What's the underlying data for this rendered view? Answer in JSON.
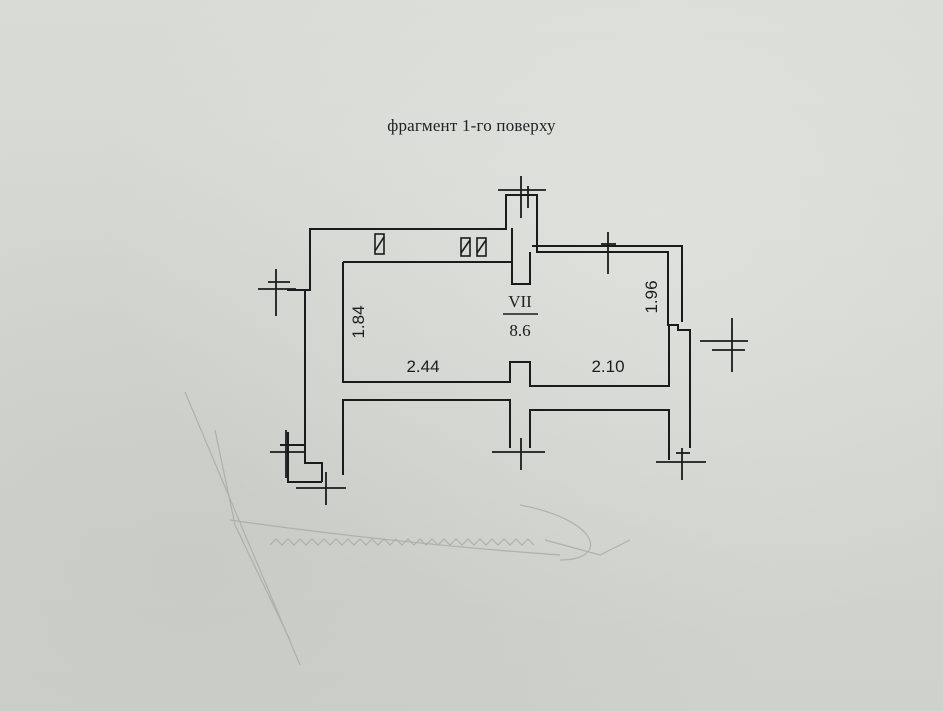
{
  "title": "фрагмент 1-го поверху",
  "room": {
    "number": "VII",
    "area": "8.6"
  },
  "dimensions": {
    "left_height": "1.84",
    "left_width": "2.44",
    "right_width": "2.10",
    "right_height": "1.96"
  },
  "colors": {
    "paper": "#d7d9d5",
    "ink": "#1d1d1d"
  }
}
